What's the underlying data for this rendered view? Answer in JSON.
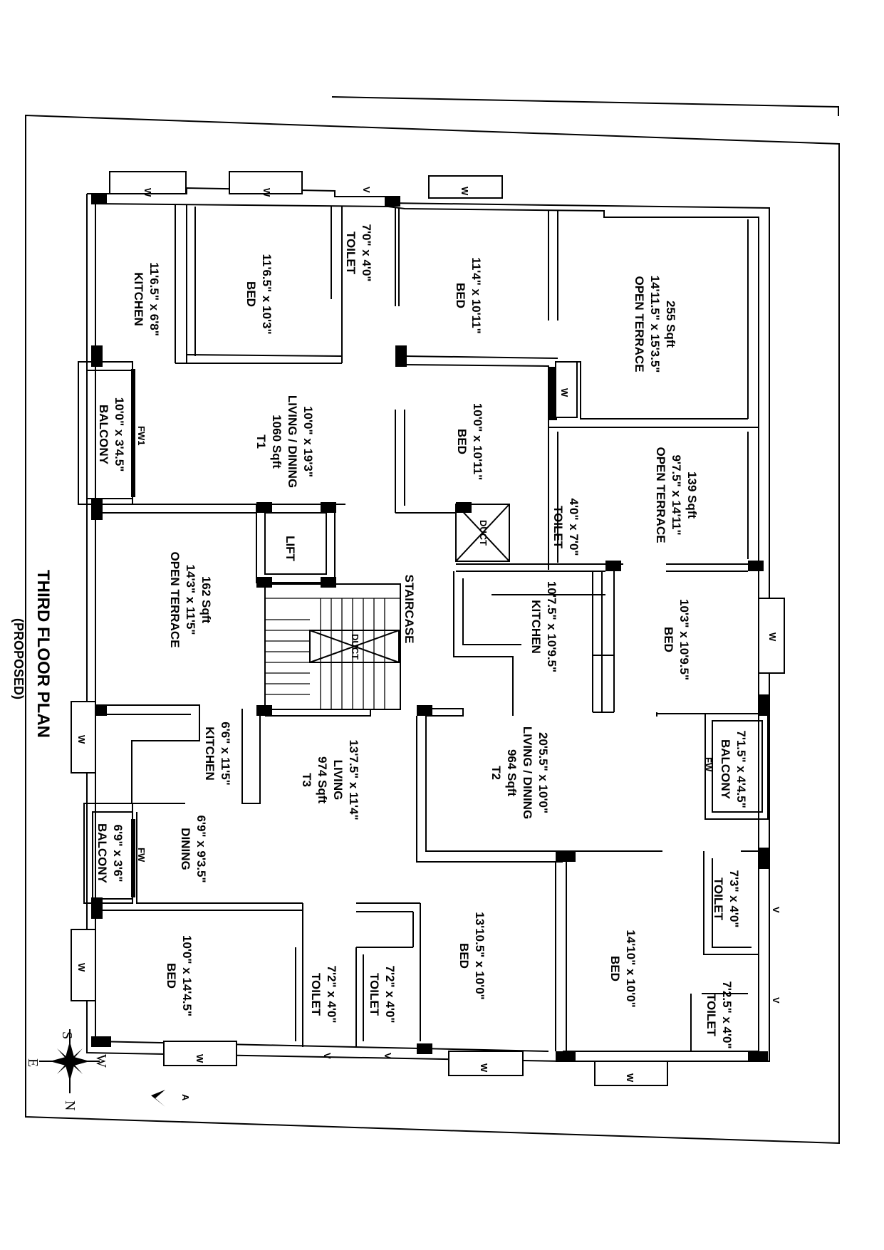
{
  "plan": {
    "title": "THIRD FLOOR PLAN",
    "subtitle": "(PROPOSED)"
  },
  "rooms": [
    {
      "lines": [
        "KITCHEN",
        "11'6.5\" x 6'8\""
      ]
    },
    {
      "lines": [
        "BED",
        "11'6.5\" x 10'3\""
      ]
    },
    {
      "lines": [
        "TOILET",
        "7'0\" x 4'0\""
      ]
    },
    {
      "lines": [
        "BED",
        "11'4\" x 10'11\""
      ]
    },
    {
      "lines": [
        "OPEN TERRACE",
        "14'11.5\" x 15'3.5\"",
        "255 Sqft"
      ]
    },
    {
      "lines": [
        "BALCONY",
        "10'0\" x 3'4.5\""
      ]
    },
    {
      "lines": [
        "T1",
        "1060 Sqft",
        "LIVING / DINING",
        "10'0\" x 19'3\""
      ]
    },
    {
      "lines": [
        "BED",
        "10'0\" x 10'11\""
      ]
    },
    {
      "lines": [
        "OPEN TERRACE",
        "9'7.5\" x 14'11\"",
        "139 Sqft"
      ]
    },
    {
      "lines": [
        "TOILET",
        "4'0\" x 7'0\""
      ]
    },
    {
      "lines": [
        "LIFT"
      ]
    },
    {
      "lines": [
        "OPEN TERRACE",
        "14'3\" x 11'5\"",
        "162 Sqft"
      ]
    },
    {
      "lines": [
        "STAIRCASE"
      ]
    },
    {
      "lines": [
        "KITCHEN",
        "10'7.5\" x 10'9.5\""
      ]
    },
    {
      "lines": [
        "BED",
        "10'3\" x 10'9.5\""
      ]
    },
    {
      "lines": [
        "KITCHEN",
        "6'6\" x 11'5\""
      ]
    },
    {
      "lines": [
        "T3",
        "974 Sqft",
        "LIVING",
        "13'7.5\" x 11'4\""
      ]
    },
    {
      "lines": [
        "T2",
        "964 Sqft",
        "LIVING / DINING",
        "20'5.5\" x 10'0\""
      ]
    },
    {
      "lines": [
        "BALCONY",
        "7'1.5\" x 4'4.5\""
      ]
    },
    {
      "lines": [
        "BALCONY",
        "6'9\" x 3'6\""
      ]
    },
    {
      "lines": [
        "DINING",
        "6'9\" x 9'3.5\""
      ]
    },
    {
      "lines": [
        "TOILET",
        "7'3\" x 4'0\""
      ]
    },
    {
      "lines": [
        "BED",
        "10'0\" x 14'4.5\""
      ]
    },
    {
      "lines": [
        "TOILET",
        "7'2\" x 4'0\""
      ]
    },
    {
      "lines": [
        "TOILET",
        "7'2\" x 4'0\""
      ]
    },
    {
      "lines": [
        "BED",
        "13'10.5\" x 10'0\""
      ]
    },
    {
      "lines": [
        "BED",
        "14'10\" x 10'0\""
      ]
    },
    {
      "lines": [
        "TOILET",
        "7'2.5\" x 4'0\""
      ]
    }
  ],
  "small_labels": {
    "window": "W",
    "vent": "V",
    "duct": "DUCT",
    "french_window": "FW",
    "french_window_1": "FW1"
  },
  "compass": {
    "n": "N",
    "s": "S",
    "e": "E",
    "w": "W",
    "north_arrow": "A"
  }
}
